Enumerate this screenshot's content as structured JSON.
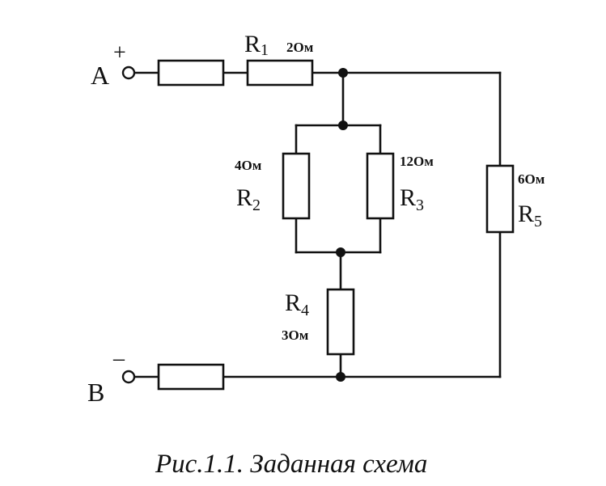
{
  "terminals": [
    {
      "id": "A",
      "label": "A",
      "polarity": "+"
    },
    {
      "id": "B",
      "label": "B",
      "polarity": "–"
    }
  ],
  "resistors": [
    {
      "id": "r1",
      "name": "R",
      "sub": "1",
      "value": "2Ом"
    },
    {
      "id": "r2",
      "name": "R",
      "sub": "2",
      "value": "4Ом"
    },
    {
      "id": "r3",
      "name": "R",
      "sub": "3",
      "value": "12Ом"
    },
    {
      "id": "r4",
      "name": "R",
      "sub": "4",
      "value": "3Ом"
    },
    {
      "id": "r5",
      "name": "R",
      "sub": "5",
      "value": "6Ом"
    }
  ],
  "caption": "Рис.1.1. Заданная схема"
}
